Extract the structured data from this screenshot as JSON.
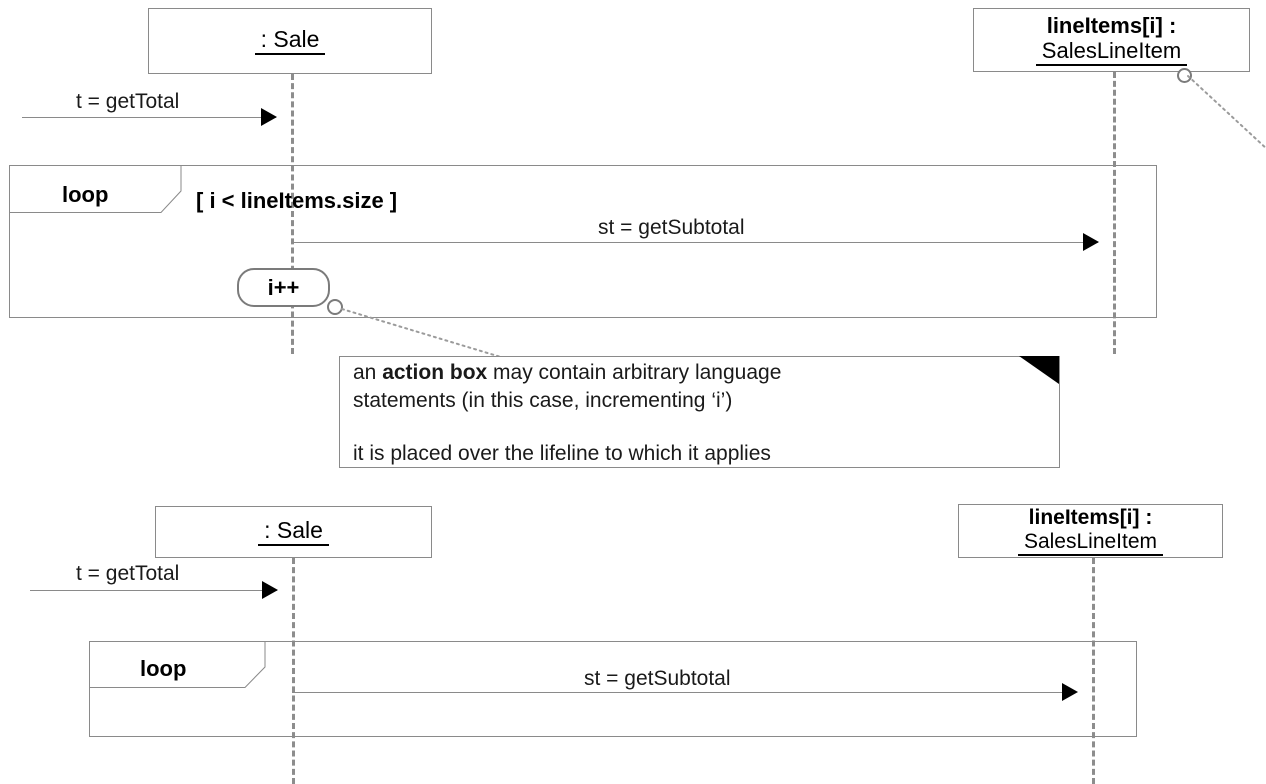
{
  "diagram": {
    "kind": "uml-sequence-diagram",
    "title": "UML sequence diagram: loop frame with action box",
    "colors": {
      "background": "#ffffff",
      "line": "#8a8a8a",
      "lifeline": "#8d8d8d",
      "text": "#1a1a1a",
      "accent": "#000000"
    }
  },
  "top_diagram": {
    "participants": [
      {
        "name": "sale",
        "line1": ": Sale",
        "line1_bold": false,
        "line1_underlined": true,
        "line2": ""
      },
      {
        "name": "line-items",
        "line1": "lineItems[i] :",
        "line1_bold": true,
        "line1_underlined": false,
        "line2": "SalesLineItem"
      }
    ],
    "messages": [
      {
        "name": "get-total",
        "label": "t = getTotal"
      },
      {
        "name": "get-subtotal",
        "label": "st = getSubtotal"
      }
    ],
    "fragment": {
      "operator": "loop",
      "guard": "[ i < lineItems.size ]"
    },
    "action_box": {
      "label": "i++"
    }
  },
  "note": {
    "name": "action-box-note",
    "lines": [
      {
        "segments": [
          {
            "text": "an ",
            "bold": false
          },
          {
            "text": "action box",
            "bold": true
          },
          {
            "text": " may contain arbitrary language",
            "bold": false
          }
        ]
      },
      {
        "segments": [
          {
            "text": "statements (in this case, incrementing ‘i’)",
            "bold": false
          }
        ]
      },
      {
        "segments": [
          {
            "text": "it is placed over the lifeline to which it applies",
            "bold": false
          }
        ]
      }
    ]
  },
  "bottom_diagram": {
    "participants": [
      {
        "name": "sale",
        "line1": ": Sale",
        "line1_bold": false,
        "line1_underlined": true,
        "line2": ""
      },
      {
        "name": "line-items",
        "line1": "lineItems[i] :",
        "line1_bold": true,
        "line1_underlined": false,
        "line2": "SalesLineItem"
      }
    ],
    "messages": [
      {
        "name": "get-total",
        "label": "t = getTotal"
      },
      {
        "name": "get-subtotal",
        "label": "st = getSubtotal"
      }
    ],
    "fragment": {
      "operator": "loop",
      "guard": ""
    }
  }
}
